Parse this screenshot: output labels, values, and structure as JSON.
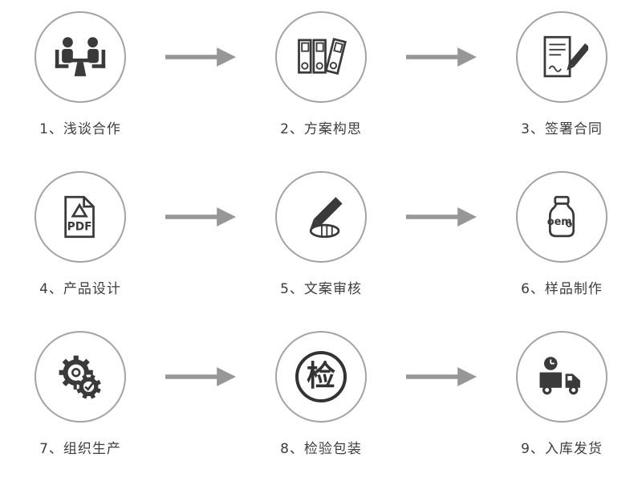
{
  "steps": [
    {
      "label": "1、浅谈合作",
      "icon": "meeting-icon"
    },
    {
      "label": "2、方案构思",
      "icon": "binders-icon"
    },
    {
      "label": "3、签署合同",
      "icon": "contract-icon"
    },
    {
      "label": "4、产品设计",
      "icon": "pdf-file-icon"
    },
    {
      "label": "5、文案审核",
      "icon": "writing-hand-icon"
    },
    {
      "label": "6、样品制作",
      "icon": "oem-bottle-icon"
    },
    {
      "label": "7、组织生产",
      "icon": "gears-icon"
    },
    {
      "label": "8、检验包装",
      "icon": "inspection-seal-icon"
    },
    {
      "label": "9、入库发货",
      "icon": "delivery-truck-icon"
    }
  ],
  "icon_texts": {
    "pdf": "PDF",
    "oem": "oem",
    "inspect": "检"
  },
  "colors": {
    "circle_border": "#a3a3a3",
    "icon": "#3a3a3a",
    "arrow": "#979797",
    "label": "#3d3d3d"
  }
}
